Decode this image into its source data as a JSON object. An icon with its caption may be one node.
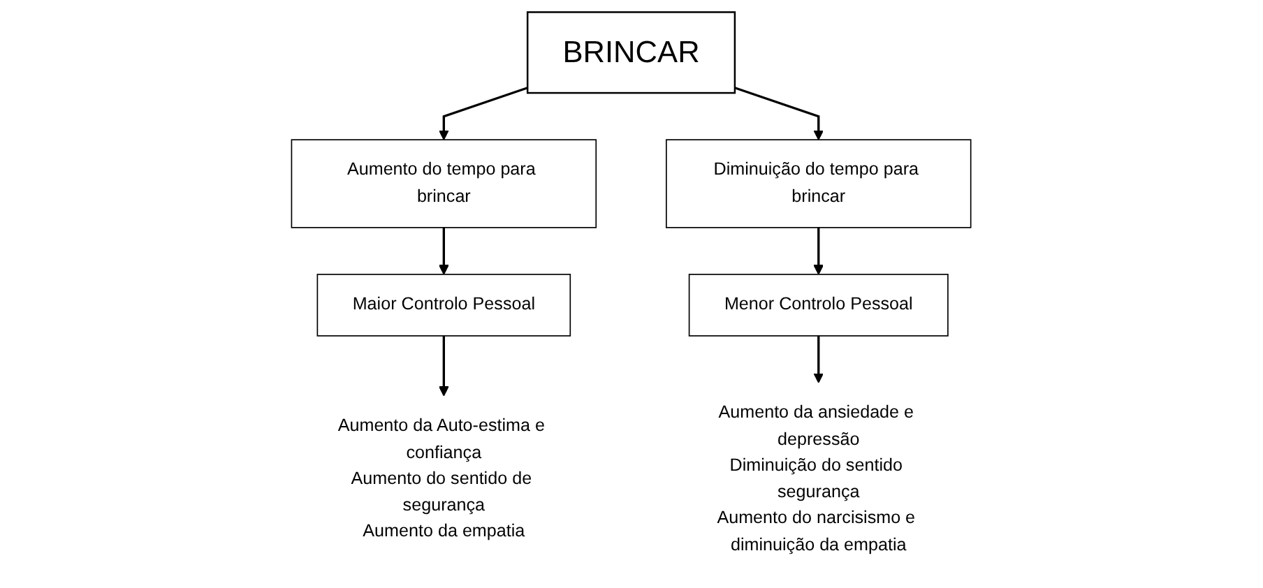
{
  "diagram": {
    "nodes": [
      {
        "text": [
          "BRINCAR"
        ]
      },
      {
        "text": [
          "Aumento do tempo para brincar"
        ]
      },
      {
        "text": [
          "Diminuição do tempo para brincar"
        ]
      },
      {
        "text": [
          "Maior Controlo Pessoal"
        ]
      },
      {
        "text": [
          "Menor Controlo Pessoal"
        ]
      },
      {
        "text": [
          "Aumento da Auto-estima e confiança",
          "Aumento do sentido de segurança",
          "Aumento da empatia"
        ]
      },
      {
        "text": [
          "Aumento da ansiedade e depressão",
          "Diminuição do sentido segurança",
          "Aumento do narcisismo e diminuição da empatia"
        ]
      }
    ],
    "edges": [
      {
        "from": 0,
        "to": 1,
        "arrow": "to"
      },
      {
        "from": 0,
        "to": 2,
        "arrow": "to"
      },
      {
        "from": 1,
        "to": 3,
        "arrow": "to"
      },
      {
        "from": 2,
        "to": 4,
        "arrow": "to"
      },
      {
        "from": 3,
        "to": 5,
        "arrow": "to"
      },
      {
        "from": 4,
        "to": 6,
        "arrow": "to"
      }
    ]
  }
}
